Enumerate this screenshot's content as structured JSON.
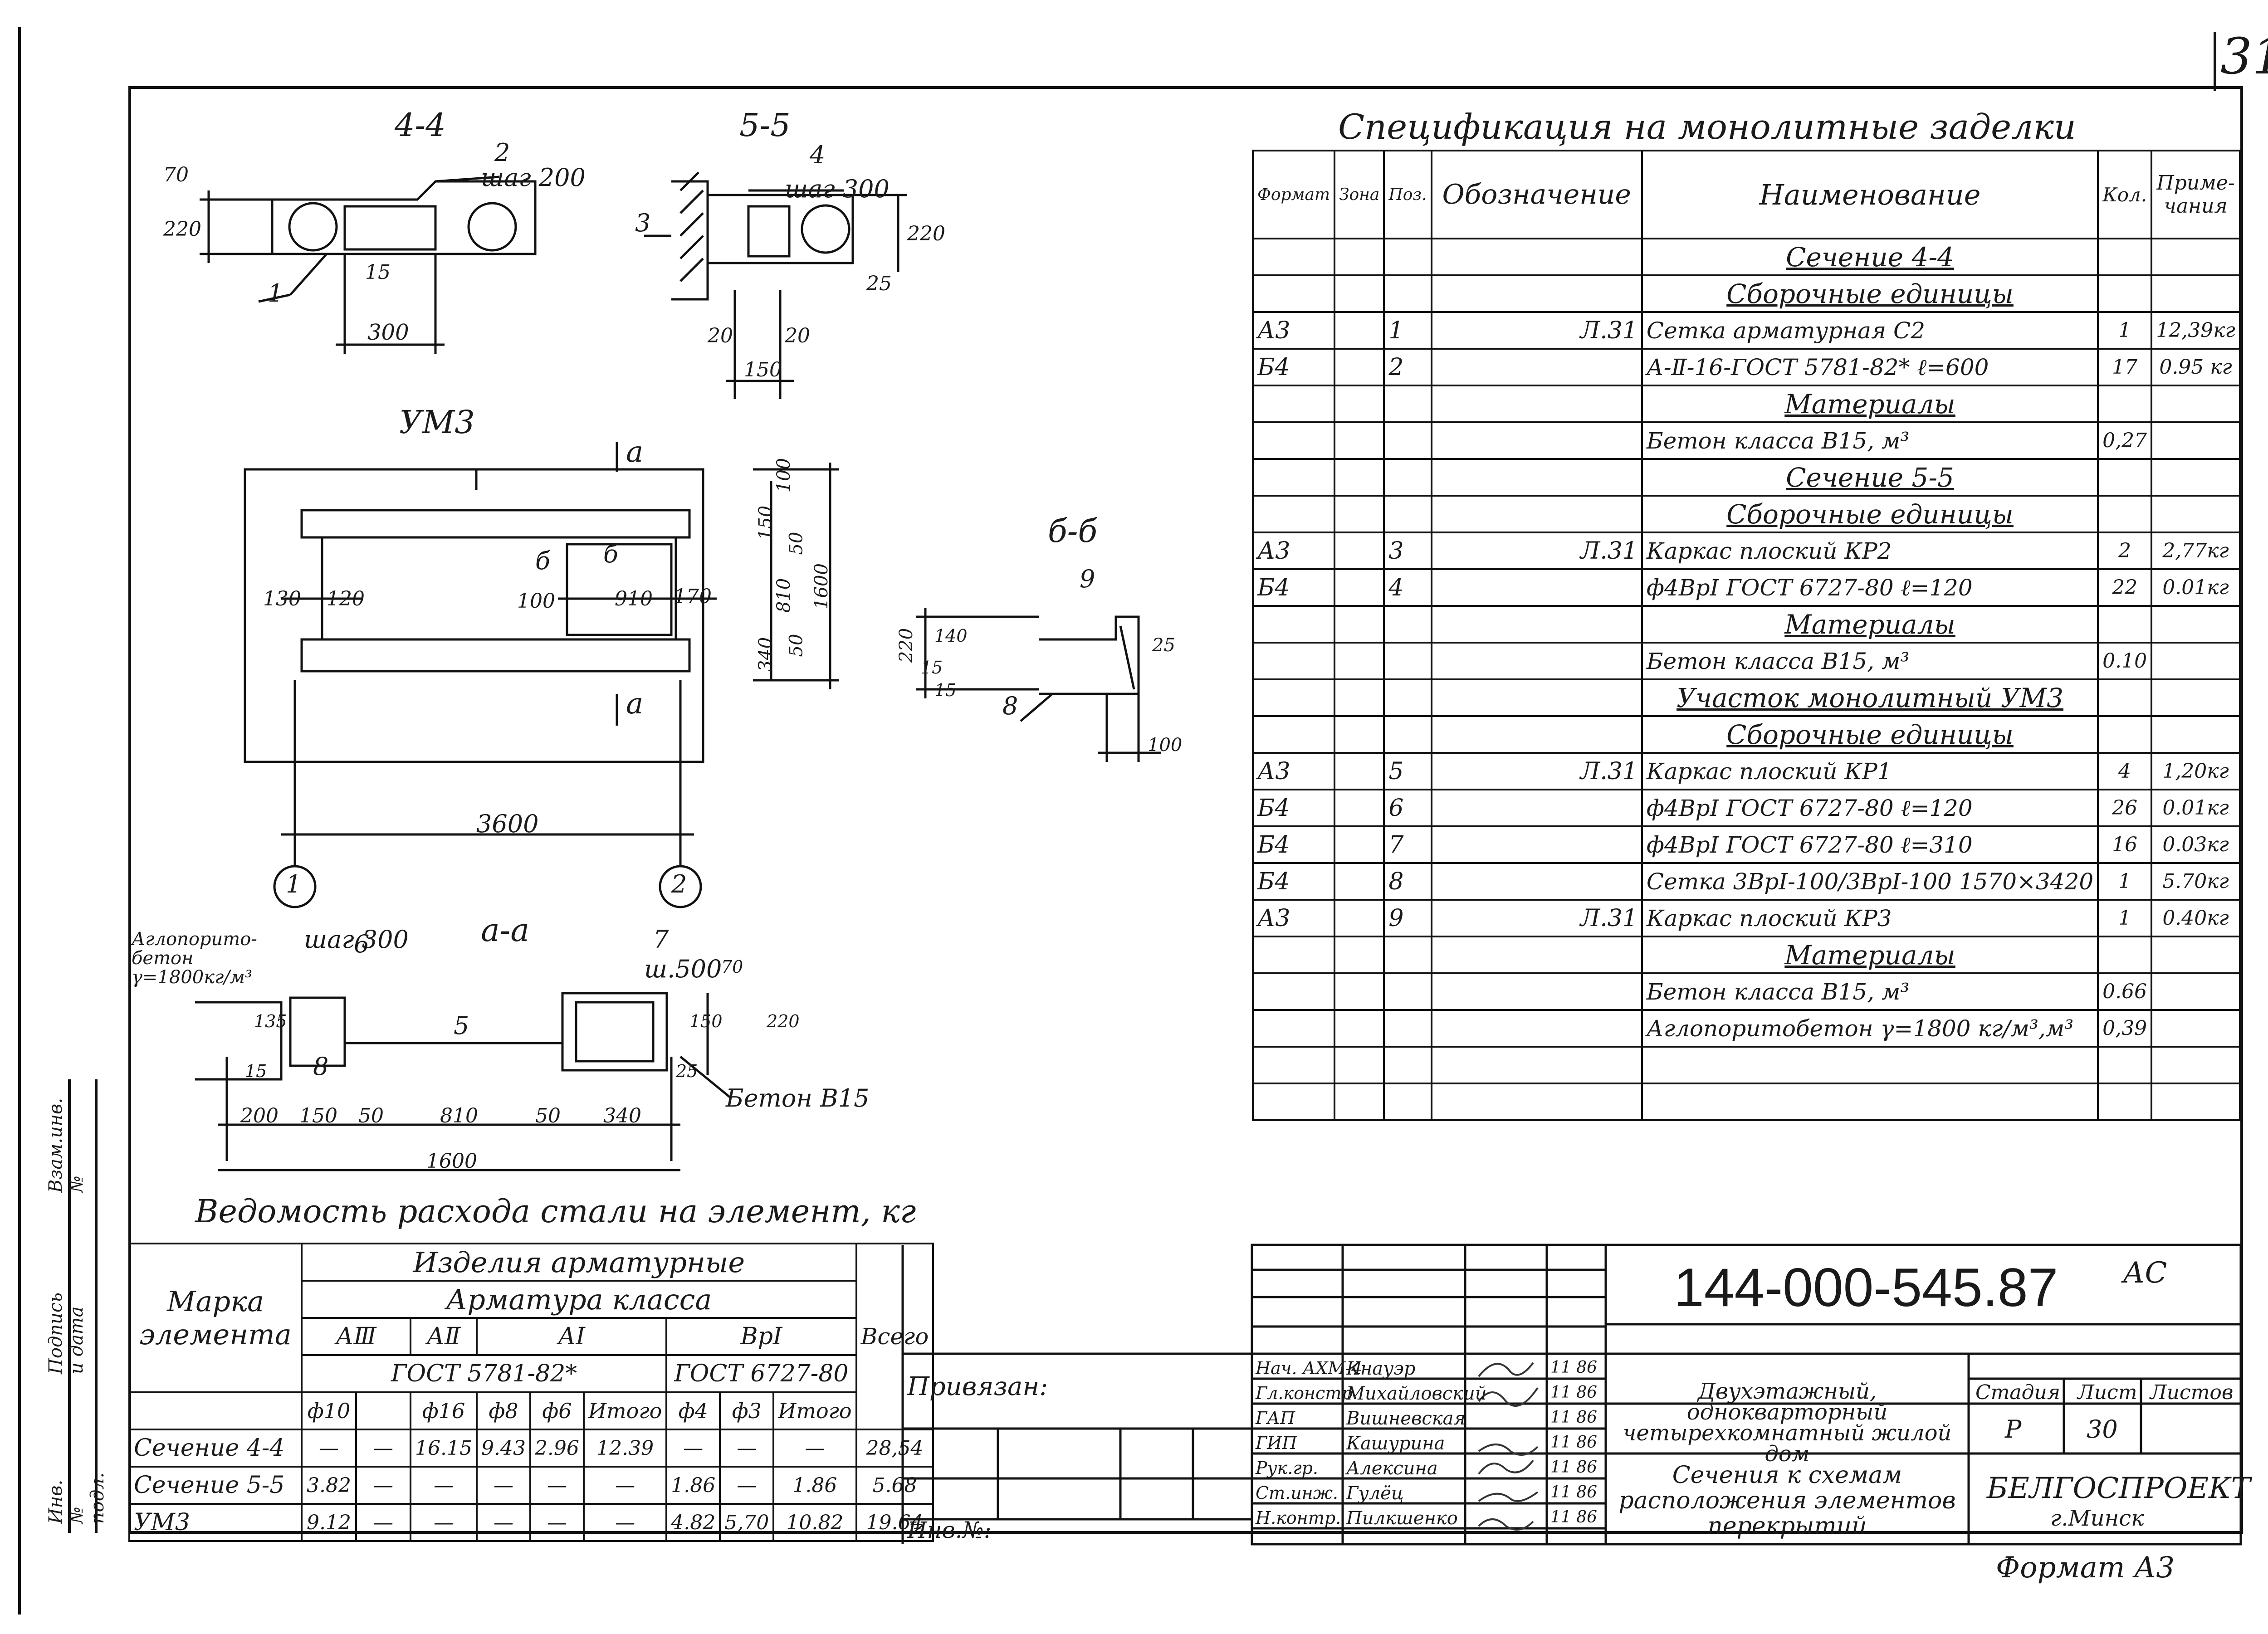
{
  "page_number": "31",
  "spec": {
    "title": "Спецификация на монолитные заделки",
    "headers": {
      "format": "Формат",
      "zone": "Зона",
      "pos": "Поз.",
      "designation": "Обозначение",
      "name": "Наименование",
      "qty": "Кол.",
      "note": "Приме-чания"
    },
    "rows": [
      {
        "f": "",
        "z": "",
        "p": "",
        "d": "",
        "n": "Сечение 4-4",
        "q": "",
        "r": "",
        "head": true
      },
      {
        "f": "",
        "z": "",
        "p": "",
        "d": "",
        "n": "Сборочные единицы",
        "q": "",
        "r": "",
        "head": true
      },
      {
        "f": "А3",
        "z": "",
        "p": "1",
        "d": "Л.31",
        "n": "Сетка арматурная С2",
        "q": "1",
        "r": "12,39кг"
      },
      {
        "f": "Б4",
        "z": "",
        "p": "2",
        "d": "",
        "n": "А-Ⅱ-16-ГОСТ 5781-82* ℓ=600",
        "q": "17",
        "r": "0.95 кг"
      },
      {
        "f": "",
        "z": "",
        "p": "",
        "d": "",
        "n": "Материалы",
        "q": "",
        "r": "",
        "head": true
      },
      {
        "f": "",
        "z": "",
        "p": "",
        "d": "",
        "n": "Бетон класса В15, м³",
        "q": "0,27",
        "r": ""
      },
      {
        "f": "",
        "z": "",
        "p": "",
        "d": "",
        "n": "Сечение 5-5",
        "q": "",
        "r": "",
        "head": true
      },
      {
        "f": "",
        "z": "",
        "p": "",
        "d": "",
        "n": "Сборочные единицы",
        "q": "",
        "r": "",
        "head": true
      },
      {
        "f": "А3",
        "z": "",
        "p": "3",
        "d": "Л.31",
        "n": "Каркас плоский КР2",
        "q": "2",
        "r": "2,77кг"
      },
      {
        "f": "Б4",
        "z": "",
        "p": "4",
        "d": "",
        "n": "ф4ВрⅠ ГОСТ 6727-80 ℓ=120",
        "q": "22",
        "r": "0.01кг"
      },
      {
        "f": "",
        "z": "",
        "p": "",
        "d": "",
        "n": "Материалы",
        "q": "",
        "r": "",
        "head": true
      },
      {
        "f": "",
        "z": "",
        "p": "",
        "d": "",
        "n": "Бетон класса В15, м³",
        "q": "0.10",
        "r": ""
      },
      {
        "f": "",
        "z": "",
        "p": "",
        "d": "",
        "n": "Участок монолитный УМ3",
        "q": "",
        "r": "",
        "head": true
      },
      {
        "f": "",
        "z": "",
        "p": "",
        "d": "",
        "n": "Сборочные единицы",
        "q": "",
        "r": "",
        "head": true
      },
      {
        "f": "А3",
        "z": "",
        "p": "5",
        "d": "Л.31",
        "n": "Каркас плоский КР1",
        "q": "4",
        "r": "1,20кг"
      },
      {
        "f": "Б4",
        "z": "",
        "p": "6",
        "d": "",
        "n": "ф4ВрⅠ ГОСТ 6727-80 ℓ=120",
        "q": "26",
        "r": "0.01кг"
      },
      {
        "f": "Б4",
        "z": "",
        "p": "7",
        "d": "",
        "n": "ф4ВрⅠ ГОСТ 6727-80 ℓ=310",
        "q": "16",
        "r": "0.03кг"
      },
      {
        "f": "Б4",
        "z": "",
        "p": "8",
        "d": "",
        "n": "Сетка 3ВрⅠ-100/3ВрⅠ-100 1570×3420",
        "q": "1",
        "r": "5.70кг"
      },
      {
        "f": "А3",
        "z": "",
        "p": "9",
        "d": "Л.31",
        "n": "Каркас плоский КР3",
        "q": "1",
        "r": "0.40кг"
      },
      {
        "f": "",
        "z": "",
        "p": "",
        "d": "",
        "n": "Материалы",
        "q": "",
        "r": "",
        "head": true
      },
      {
        "f": "",
        "z": "",
        "p": "",
        "d": "",
        "n": "Бетон класса В15, м³",
        "q": "0.66",
        "r": ""
      },
      {
        "f": "",
        "z": "",
        "p": "",
        "d": "",
        "n": "Аглопоритобетон γ=1800 кг/м³,м³",
        "q": "0,39",
        "r": ""
      },
      {
        "f": "",
        "z": "",
        "p": "",
        "d": "",
        "n": "",
        "q": "",
        "r": ""
      },
      {
        "f": "",
        "z": "",
        "p": "",
        "d": "",
        "n": "",
        "q": "",
        "r": ""
      }
    ]
  },
  "drawings": {
    "s44": "4-4",
    "s55": "5-5",
    "um3": "УМ3",
    "saa": "а-а",
    "s66": "б-б",
    "labels": {
      "w200": "шаг 200",
      "w300": "шаг 300",
      "w300b": "шаг 300",
      "w500": "ш.500",
      "d70": "70",
      "d220": "220",
      "d15": "15",
      "d300": "300",
      "d20a": "20",
      "d20b": "20",
      "d150": "150",
      "d25": "25",
      "d220b": "220",
      "p1": "1",
      "p2": "2",
      "p3": "3",
      "p4": "4",
      "p5": "5",
      "p6": "6",
      "p7": "7",
      "p8": "8",
      "p9": "9",
      "sec_a1": "а",
      "sec_a2": "а",
      "sec_6": "б",
      "sec_6b": "б",
      "d130": "130",
      "d120": "120",
      "d100": "100",
      "d910": "910",
      "d170": "170",
      "d100v": "100",
      "d150v": "150",
      "d50v": "50",
      "d810": "810",
      "d1600": "1600",
      "d50v2": "50",
      "d340v": "340",
      "d3600": "3600",
      "axis1": "1",
      "axis2": "2",
      "d220c": "220",
      "d15b": "15",
      "d140": "140",
      "d15c": "15",
      "d25b": "25",
      "d100b": "100",
      "aglo": "Аглопорито-бетон γ=1800кг/м³",
      "d135": "135",
      "d15d": "15",
      "d70b": "70",
      "d150b": "150",
      "d220d": "220",
      "d25c": "25",
      "beton": "Бетон В15",
      "b200": "200",
      "b150": "150",
      "b50a": "50",
      "b810": "810",
      "b50b": "50",
      "b340": "340",
      "b1600": "1600"
    }
  },
  "steel": {
    "title": "Ведомость расхода стали на элемент, кг",
    "mark_header": "Марка элемента",
    "products": "Изделия арматурные",
    "class": "Арматура класса",
    "total": "Всего",
    "classes": [
      "АⅢ",
      "АⅡ",
      "АⅠ",
      "ВрⅠ"
    ],
    "gost1": "ГОСТ 5781-82*",
    "gost2": "ГОСТ 6727-80",
    "cols": [
      "ф10",
      "",
      "ф16",
      "ф8",
      "ф6",
      "Итого",
      "ф4",
      "ф3",
      "Итого"
    ],
    "rows": [
      {
        "name": "Сечение 4-4",
        "vals": [
          "—",
          "—",
          "16.15",
          "9.43",
          "2.96",
          "12.39",
          "—",
          "—",
          "—"
        ],
        "total": "28,54"
      },
      {
        "name": "Сечение 5-5",
        "vals": [
          "3.82",
          "—",
          "—",
          "—",
          "—",
          "—",
          "1.86",
          "—",
          "1.86"
        ],
        "total": "5.68"
      },
      {
        "name": "УМ3",
        "vals": [
          "9.12",
          "—",
          "—",
          "—",
          "—",
          "—",
          "4.82",
          "5,70",
          "10.82",
          "19.64"
        ],
        "total": "19.64"
      }
    ]
  },
  "stamp": {
    "privyazan": "Привязан:",
    "inv": "Инв.№:",
    "code": "144-000-545.87",
    "suffix": "АС",
    "people": [
      {
        "role": "Нач. АХМ-4",
        "name": "Кнауэр",
        "date": "11 86"
      },
      {
        "role": "Гл.констр.",
        "name": "Михайловский",
        "date": "11 86"
      },
      {
        "role": "ГАП",
        "name": "Вишневская",
        "date": "11 86"
      },
      {
        "role": "ГИП",
        "name": "Кашурина",
        "date": "11 86"
      },
      {
        "role": "Рук.гр.",
        "name": "Алексина",
        "date": "11 86"
      },
      {
        "role": "Ст.инж.",
        "name": "Гулёц",
        "date": "11 86"
      },
      {
        "role": "Н.контр.",
        "name": "Пилкшенко",
        "date": "11 86"
      }
    ],
    "object": "Двухэтажный, однокварторный четырехкомнатный жилой дом",
    "sheet_title": "Сечения к схемам расположения элементов перекрытий",
    "stage_h": "Стадия",
    "sheet_h": "Лист",
    "sheets_h": "Листов",
    "stage": "Р",
    "sheet": "30",
    "org": "БЕЛГОСПРОЕКТ",
    "city": "г.Минск",
    "format": "Формат А3"
  },
  "side": {
    "inv": "Инв.№ подл.",
    "sign": "Подпись и дата",
    "vzam": "Взам.инв.№"
  }
}
